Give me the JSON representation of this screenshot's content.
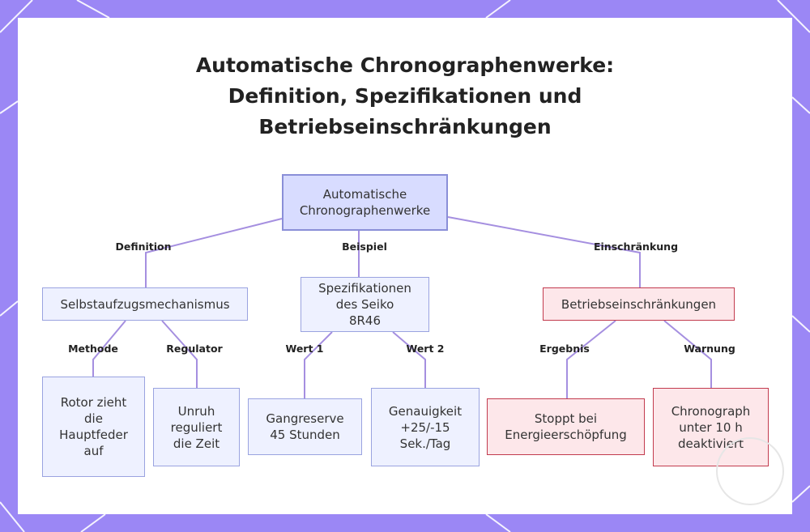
{
  "title_lines": [
    "Automatische Chronographenwerke:",
    "Definition, Spezifikationen und",
    "Betriebseinschränkungen"
  ],
  "nodes": {
    "root": "Automatische\nChronographenwerke",
    "self_winding": "Selbstaufzugsmechanismus",
    "seiko_specs": "Spezifikationen\ndes Seiko\n8R46",
    "limitations": "Betriebseinschränkungen",
    "rotor": "Rotor zieht\ndie\nHauptfeder\nauf",
    "balance": "Unruh\nreguliert\ndie Zeit",
    "power_reserve": "Gangreserve\n45 Stunden",
    "accuracy": "Genauigkeit\n+25/-15\nSek./Tag",
    "stops": "Stoppt bei\nEnergieerschöpfung",
    "chrono_off": "Chronograph\nunter 10 h\ndeaktiviert"
  },
  "edge_labels": {
    "definition": "Definition",
    "example": "Beispiel",
    "restriction": "Einschränkung",
    "method": "Methode",
    "regulator": "Regulator",
    "value1": "Wert 1",
    "value2": "Wert 2",
    "result": "Ergebnis",
    "warning": "Warnung"
  },
  "colors": {
    "background": "#9b87f5",
    "edge": "#a58fe0",
    "node_fill": "#eef1ff",
    "root_fill": "#d8dcff",
    "warning_fill": "#fde7ea",
    "warning_stroke": "#c23b4e"
  }
}
